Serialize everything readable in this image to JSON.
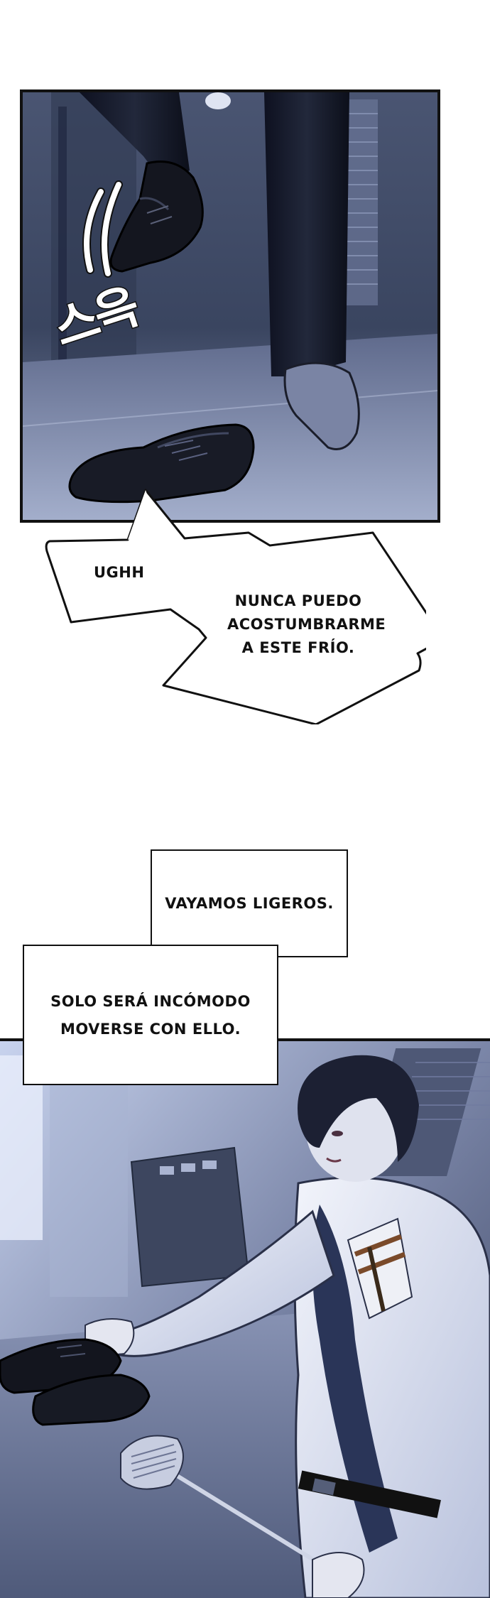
{
  "panels": {
    "top": {
      "sfx": "스윽"
    },
    "bottom": {}
  },
  "dialogue": {
    "bubble_left": "UGHH",
    "bubble_right_line1": "NUNCA PUEDO",
    "bubble_right_line2": "ACOSTUMBRARME",
    "bubble_right_line3": "A ESTE FRÍO."
  },
  "captions": {
    "caption_top": "VAYAMOS LIGEROS.",
    "caption_bottom_line1": "SOLO SERÁ INCÓMODO",
    "caption_bottom_line2": "MOVERSE CON ELLO."
  },
  "colors": {
    "panel_border": "#111111",
    "night_dark": "#1c2236",
    "night_mid": "#3a4560",
    "night_light": "#8f9bbd",
    "shirt": "#e8ecf7",
    "vest": "#2a3558"
  }
}
